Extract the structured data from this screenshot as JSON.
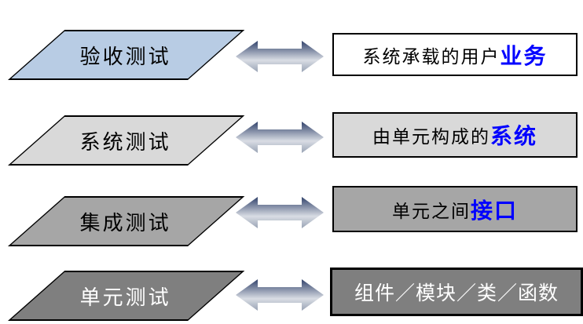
{
  "diagram": {
    "description_rows": [
      {
        "level_label": "验收测试",
        "level_fill": "#b8cce4",
        "level_text_color": "#000000",
        "target_prefix": "系统承载的用户",
        "target_keyword": "业务",
        "target_fill": "#ffffff",
        "target_text_color": "#000000",
        "keyword_color": "#0000ff"
      },
      {
        "level_label": "系统测试",
        "level_fill": "#d9d9d9",
        "level_text_color": "#000000",
        "target_prefix": "由单元构成的",
        "target_keyword": "系统",
        "target_fill": "#d9d9d9",
        "target_text_color": "#000000",
        "keyword_color": "#0000ff"
      },
      {
        "level_label": "集成测试",
        "level_fill": "#a6a6a6",
        "level_text_color": "#000000",
        "target_prefix": "单元之间",
        "target_keyword": "接口",
        "target_fill": "#a6a6a6",
        "target_text_color": "#000000",
        "keyword_color": "#0000ff"
      },
      {
        "level_label": "单元测试",
        "level_fill": "#7f7f7f",
        "level_text_color": "#ffffff",
        "target_prefix": "组件／模块／类／函数",
        "target_keyword": "",
        "target_fill": "#7f7f7f",
        "target_text_color": "#ffffff",
        "keyword_color": "#ffffff"
      }
    ],
    "colors": {
      "shape_border": "#000000",
      "arrow_gradient_top": "#31426b",
      "arrow_gradient_mid": "#d9dde4",
      "arrow_gradient_bottom": "#98a2b4",
      "keyword_blue": "#0000ff",
      "background": "#ffffff"
    }
  }
}
